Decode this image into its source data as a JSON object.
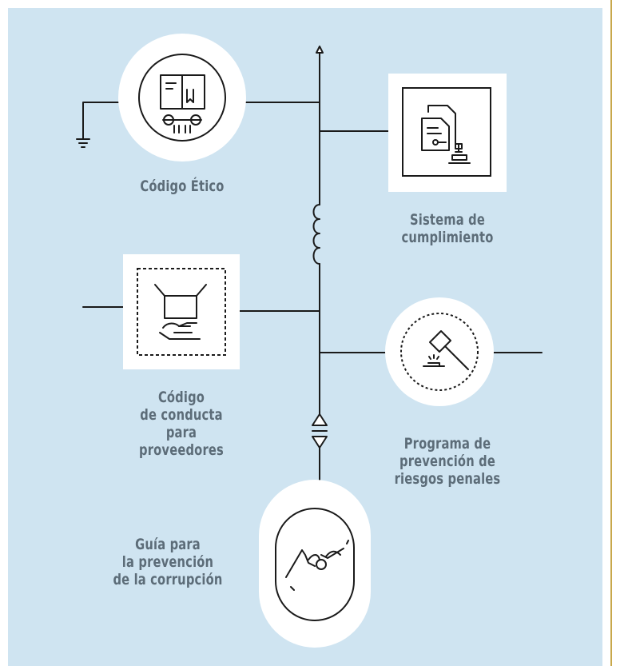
{
  "colors": {
    "panel": "#cfe4f1",
    "gold_rule": "#c8a84b",
    "line": "#1a1a1a",
    "label": "#5c6c78",
    "badge": "#ffffff"
  },
  "nodes": [
    {
      "id": "codigo-etico",
      "label": "Código Ético",
      "icon": "book-scroll-icon"
    },
    {
      "id": "sistema-cumplimiento",
      "label": "Sistema de\ncumplimiento",
      "icon": "documents-stamp-icon"
    },
    {
      "id": "codigo-proveedores",
      "label": "Código\nde conducta\npara\nproveedores",
      "icon": "hand-box-icon"
    },
    {
      "id": "programa-riesgos",
      "label": "Programa de\nprevención de\nriesgos penales",
      "icon": "gavel-icon"
    },
    {
      "id": "guia-corrupcion",
      "label": "Guía para\nla prevención\nde la corrupción",
      "icon": "hands-exchange-coin-icon"
    }
  ]
}
